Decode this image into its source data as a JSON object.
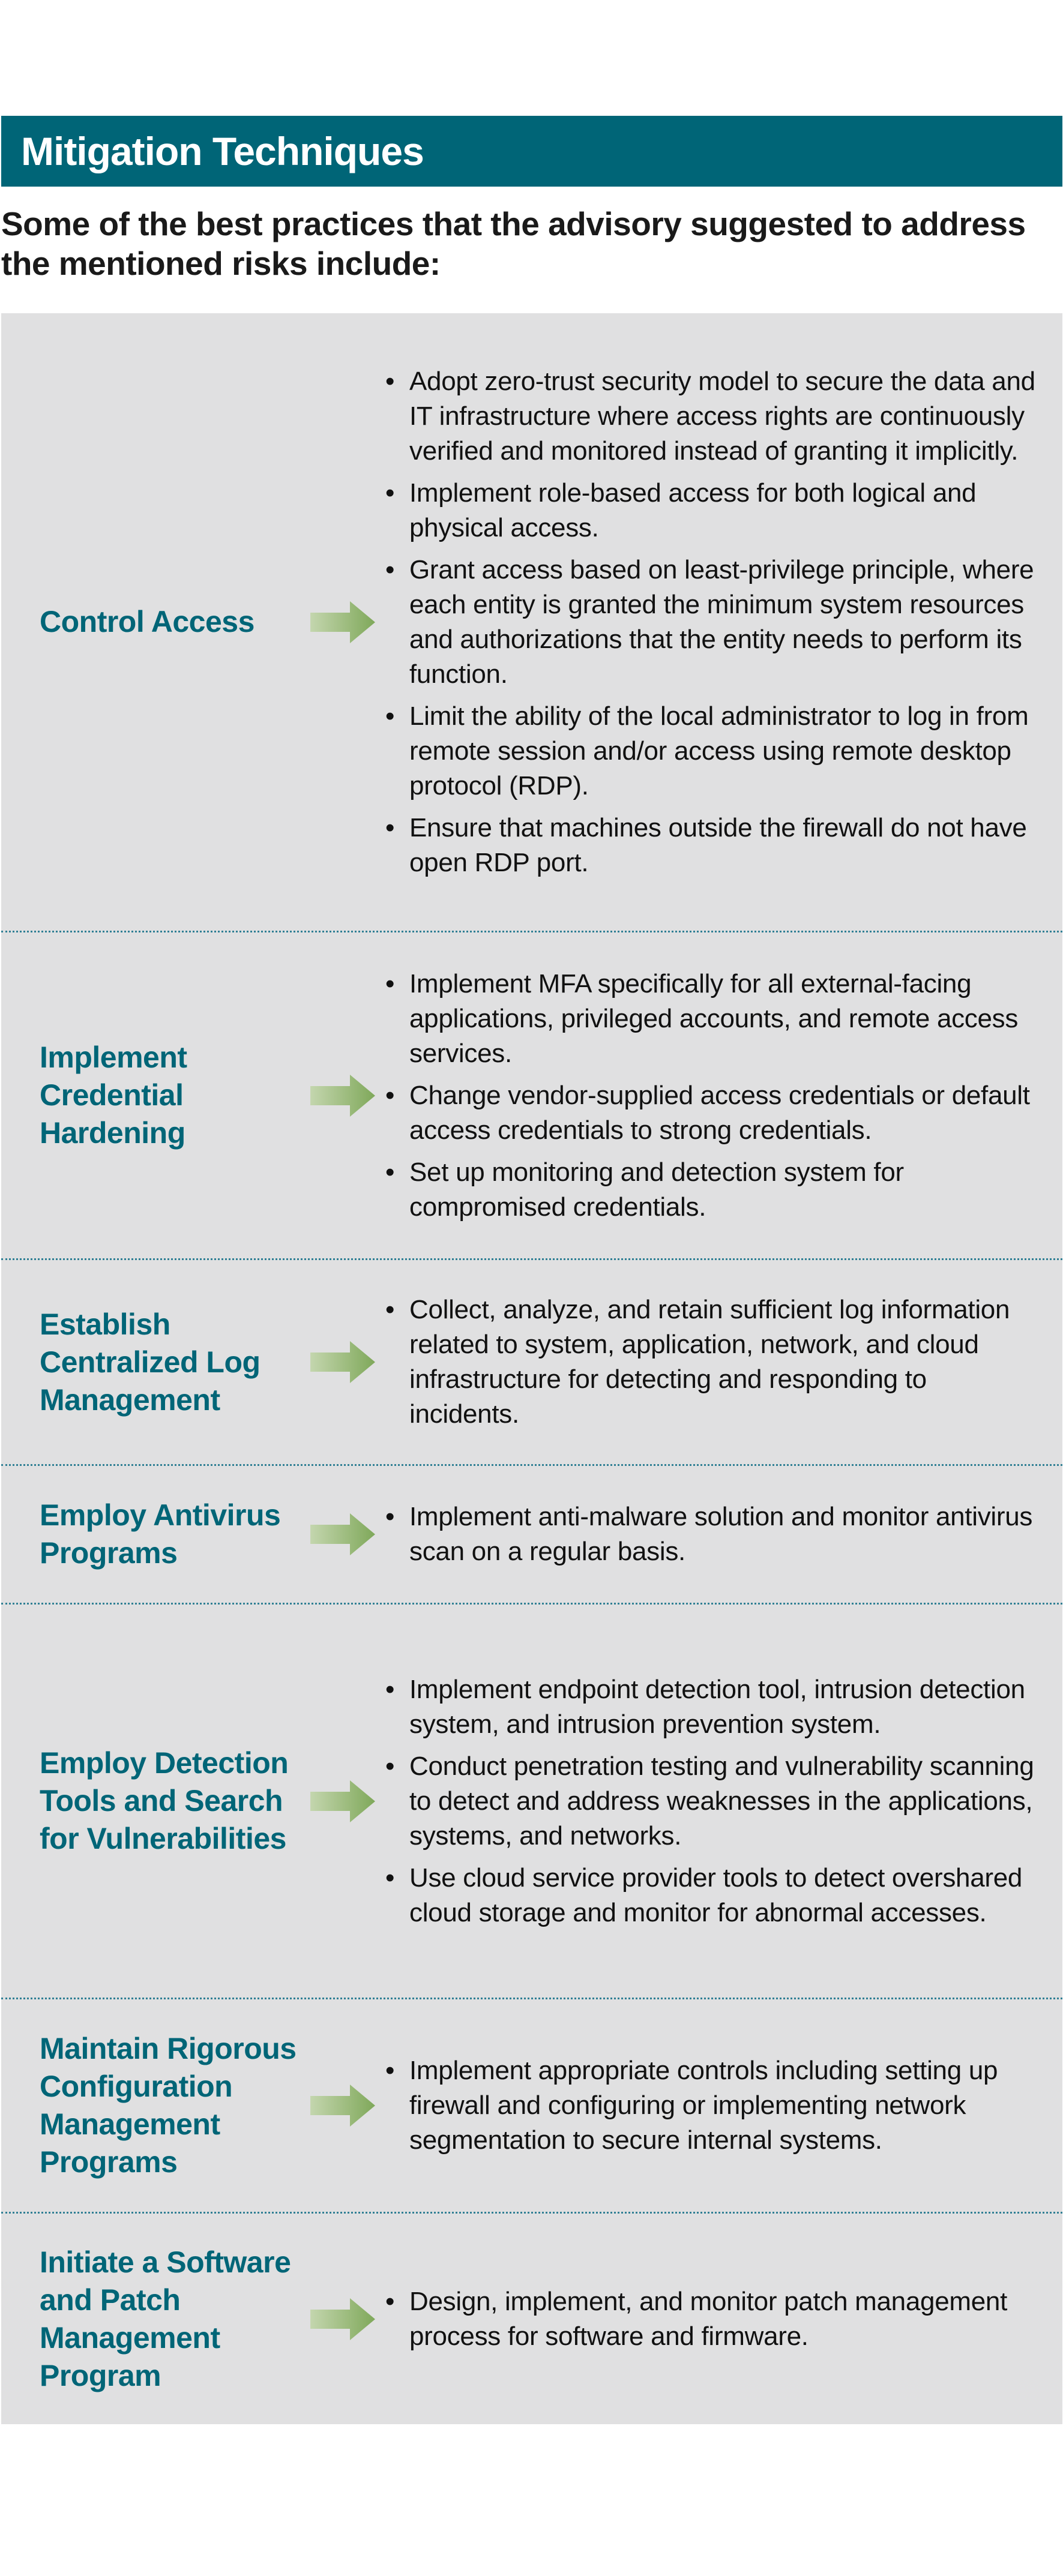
{
  "header": {
    "title": "Mitigation Techniques"
  },
  "intro": "Some of the best practices that the advisory suggested to address the mentioned risks include:",
  "colors": {
    "header_bg": "#006577",
    "title_text": "#006577",
    "table_bg": "#e0e0e1",
    "arrow": "#7fa85a",
    "divider": "#2f7f94"
  },
  "rows": [
    {
      "title": "Control Access",
      "icon": "arrow-right-icon",
      "bullets": [
        "Adopt zero-trust security model to secure the data and IT infrastructure where access rights are continuously verified and monitored instead of granting it implicitly.",
        "Implement role-based access for both logical and physical access.",
        "Grant access based on least-privilege principle, where each entity is granted the minimum system resources and authorizations that the entity needs to perform its function.",
        "Limit the ability of the local administrator to log in from remote session and/or access using remote desktop protocol (RDP).",
        "Ensure that machines outside the firewall do not have open RDP port."
      ]
    },
    {
      "title": "Implement Credential Hardening",
      "icon": "arrow-right-icon",
      "bullets": [
        "Implement MFA specifically for all external-facing applications, privileged accounts, and remote access services.",
        "Change vendor-supplied access credentials or default access credentials to strong credentials.",
        "Set up monitoring and detection system for compromised credentials."
      ]
    },
    {
      "title": "Establish Centralized Log Management",
      "icon": "arrow-right-icon",
      "bullets": [
        "Collect, analyze, and retain sufficient log information related to system, application, network, and cloud infrastructure for detecting and responding to incidents."
      ]
    },
    {
      "title": "Employ Antivirus Programs",
      "icon": "arrow-right-icon",
      "bullets": [
        "Implement anti-malware solution and monitor antivirus scan on a regular basis."
      ]
    },
    {
      "title": "Employ Detection Tools and Search for Vulnerabilities",
      "icon": "arrow-right-icon",
      "bullets": [
        "Implement endpoint detection tool, intrusion detection system, and intrusion prevention system.",
        "Conduct penetration testing and vulnerability scanning to detect and address weaknesses in the applications, systems, and networks.",
        "Use cloud service provider tools to detect overshared cloud storage and monitor for abnormal accesses."
      ]
    },
    {
      "title": "Maintain Rigorous Configuration Management Programs",
      "icon": "arrow-right-icon",
      "bullets": [
        "Implement appropriate controls including setting up firewall and configuring or implementing network segmentation to secure internal systems."
      ]
    },
    {
      "title": "Initiate a Software and Patch Management Program",
      "icon": "arrow-right-icon",
      "bullets": [
        "Design, implement, and monitor patch management process for software and firmware."
      ]
    }
  ]
}
